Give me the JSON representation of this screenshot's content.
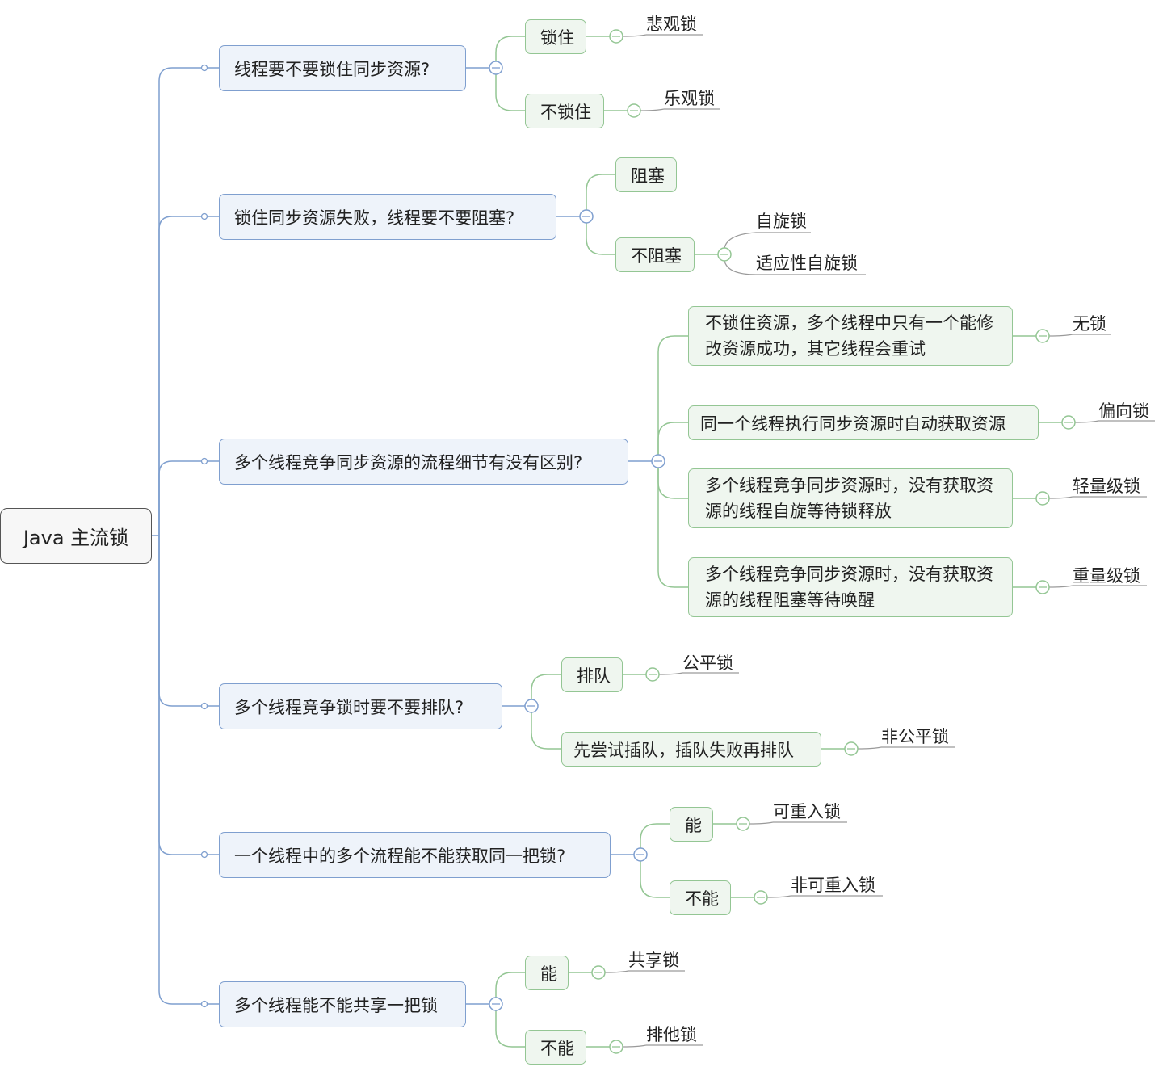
{
  "root": "Java 主流锁",
  "branches": [
    {
      "question": "线程要不要锁住同步资源?",
      "answers": [
        {
          "label": "锁住",
          "leaves": [
            "悲观锁"
          ]
        },
        {
          "label": "不锁住",
          "leaves": [
            "乐观锁"
          ]
        }
      ]
    },
    {
      "question": "锁住同步资源失败，线程要不要阻塞?",
      "answers": [
        {
          "label": "阻塞",
          "leaves": []
        },
        {
          "label": "不阻塞",
          "leaves": [
            "自旋锁",
            "适应性自旋锁"
          ]
        }
      ]
    },
    {
      "question": "多个线程竞争同步资源的流程细节有没有区别?",
      "answers": [
        {
          "label": "不锁住资源，多个线程中只有一个能修改资源成功，其它线程会重试",
          "leaves": [
            "无锁"
          ]
        },
        {
          "label": "同一个线程执行同步资源时自动获取资源",
          "leaves": [
            "偏向锁"
          ]
        },
        {
          "label": "多个线程竞争同步资源时，没有获取资源的线程自旋等待锁释放",
          "leaves": [
            "轻量级锁"
          ]
        },
        {
          "label": "多个线程竞争同步资源时，没有获取资源的线程阻塞等待唤醒",
          "leaves": [
            "重量级锁"
          ]
        }
      ]
    },
    {
      "question": "多个线程竞争锁时要不要排队?",
      "answers": [
        {
          "label": "排队",
          "leaves": [
            "公平锁"
          ]
        },
        {
          "label": "先尝试插队，插队失败再排队",
          "leaves": [
            "非公平锁"
          ]
        }
      ]
    },
    {
      "question": "一个线程中的多个流程能不能获取同一把锁?",
      "answers": [
        {
          "label": "能",
          "leaves": [
            "可重入锁"
          ]
        },
        {
          "label": "不能",
          "leaves": [
            "非可重入锁"
          ]
        }
      ]
    },
    {
      "question": "多个线程能不能共享一把锁",
      "answers": [
        {
          "label": "能",
          "leaves": [
            "共享锁"
          ]
        },
        {
          "label": "不能",
          "leaves": [
            "排他锁"
          ]
        }
      ]
    }
  ],
  "colors": {
    "blue_line": "#7f9fcf",
    "green_line": "#94c694",
    "leaf_line": "#9a9a9a",
    "question_fill": "#eef3fa",
    "answer_fill": "#eff6ef"
  }
}
